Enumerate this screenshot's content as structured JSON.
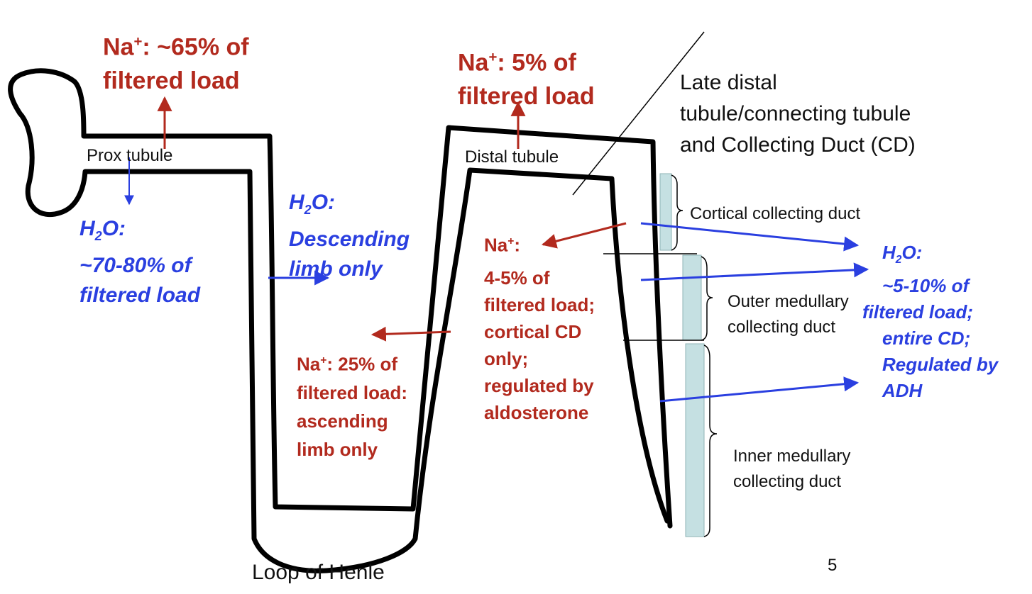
{
  "labels": {
    "prox_tubule": "Prox tubule",
    "distal_tubule": "Distal tubule",
    "loop_of_henle": "Loop of Henle",
    "late_distal": [
      "Late distal",
      "tubule/connecting tubule",
      "and Collecting Duct (CD)"
    ],
    "cortical_cd": "Cortical collecting duct",
    "outer_cd": [
      "Outer medullary",
      "collecting duct"
    ],
    "inner_cd": [
      "Inner medullary",
      "collecting duct"
    ],
    "page_number": "5"
  },
  "sodium": {
    "symbol": "Na",
    "charge": "+",
    "proximal": [
      ": ~65% of",
      "filtered load"
    ],
    "distal": [
      ": 5% of",
      "filtered load"
    ],
    "loop": [
      ": 25% of",
      "filtered load:",
      "ascending",
      "limb only"
    ],
    "collecting": [
      ":",
      "4-5% of",
      "filtered load;",
      "cortical CD",
      "only;",
      "regulated by",
      "aldosterone"
    ]
  },
  "water": {
    "h": "H",
    "sub": "2",
    "o": "O:",
    "proximal": [
      "~70-80% of",
      "filtered load"
    ],
    "descending": [
      "Descending",
      "limb only"
    ],
    "collecting": [
      "~5-10% of",
      "filtered load;",
      "entire CD;",
      "Regulated by",
      "ADH"
    ]
  },
  "colors": {
    "sodium": "#b22a1e",
    "water": "#2a3fe0",
    "tubule": "#000000",
    "duct": "#c5e0e2"
  }
}
